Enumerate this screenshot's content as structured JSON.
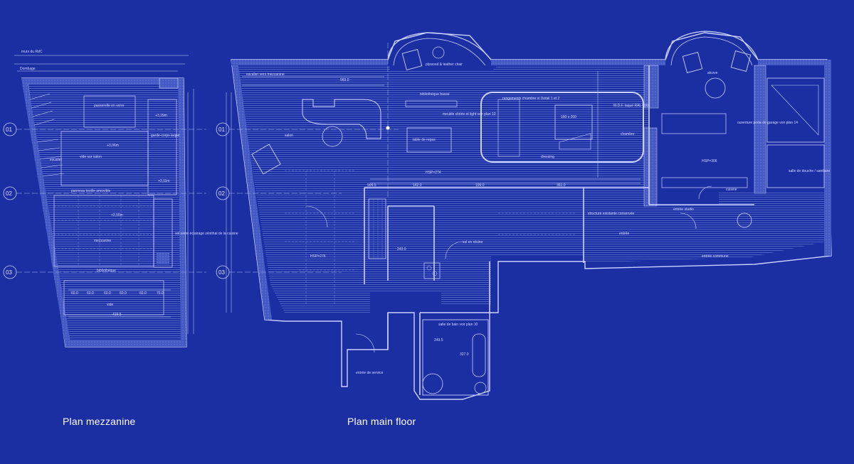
{
  "captions": {
    "mezzanine": "Plan mezzanine",
    "main_floor": "Plan main floor"
  },
  "axes": [
    "01",
    "02",
    "03"
  ],
  "colors": {
    "background": "#1b2fa3",
    "line": "#c9d3ff",
    "wall_fill": "#5a6fd4",
    "text": "#ffffff"
  },
  "mezzanine_labels": {
    "top_left": "murs du RdC",
    "overhang": "Dombage",
    "passerelle": "passerelle en verre",
    "level_top": "+3,29m",
    "garde": "garde-corps laqué",
    "level_mid": "+3,06m",
    "void": "vide sur salon",
    "stair": "escalier",
    "panel": "panneau textile amovible",
    "level_high": "+3,11m",
    "level_low": "+2,55m",
    "mezz": "mezzanine",
    "glass_floor": "sol verre éclairage zénithal de la cuisine",
    "bibli": "bibliothèque",
    "void_bottom": "vide",
    "dim_bottom": "419.5",
    "dims": [
      "60.0",
      "60.0",
      "60.0",
      "60.0",
      "60.0",
      "70.0"
    ]
  },
  "main_labels": {
    "salon": "salon",
    "escalier": "escalier vers mezzanine",
    "chair": "plywood & leather chair",
    "bibli": "bibliothèque basse",
    "meuble": "meuble vitrine et light voir plan 12",
    "table": "table de repas",
    "rangement": "rangements chambre vi Detail 1 et 2",
    "lit": "160 x 200",
    "chambre": "chambre",
    "dressing": "dressing",
    "cuisine": "cuisine",
    "alcove": "alcove",
    "ouverture": "ouverture porte de garage voir plan 14",
    "douche": "salle de douche / sanitaire",
    "entree_studio": "entrée studio",
    "entree_commune": "entrée commune",
    "sdb": "salle de bain voir plan 10",
    "entree_service": "entrée de service",
    "hsp1": "HSP=274",
    "hsp2": "HSP=306",
    "hsp3": "HSP=276",
    "mdf": "M.D.F. laqué RAL 9001",
    "structure": "structure existante conservée",
    "sol": "sol en résine",
    "entree": "entrée",
    "dims": [
      "969.0",
      "904.5",
      "142.0",
      "199.0",
      "361.0",
      "243.0",
      "327.0",
      "249.5"
    ]
  }
}
